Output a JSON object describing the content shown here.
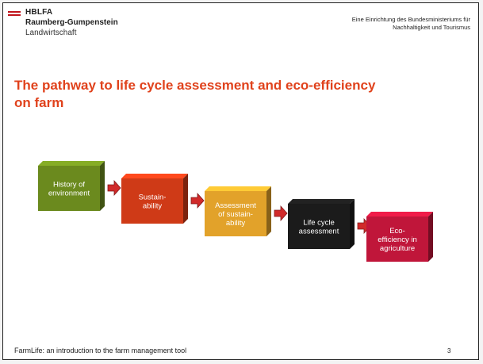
{
  "header": {
    "logo_lines": [
      "HBLFA",
      "Raumberg-Gumpenstein",
      "Landwirtschaft"
    ],
    "ministry_line1": "Eine Einrichtung des Bundesministeriums für",
    "ministry_line2": "Nachhaltigkeit und Tourismus"
  },
  "title": {
    "line1": "The pathway to life cycle assessment and eco-efficiency",
    "line2": "on farm"
  },
  "diagram": {
    "steps": [
      {
        "lines": [
          "History of",
          "environment"
        ],
        "color": "#6b8a1e"
      },
      {
        "lines": [
          "Sustain-",
          "ability"
        ],
        "color": "#cf3a17"
      },
      {
        "lines": [
          "Assessment",
          "of sustain-",
          "ability"
        ],
        "color": "#e2a22a"
      },
      {
        "lines": [
          "Life cycle",
          "assessment"
        ],
        "color": "#1b1b1b"
      },
      {
        "lines": [
          "Eco-",
          "efficiency in",
          "agriculture"
        ],
        "color": "#c0163a"
      }
    ],
    "arrow_color": "#d12a2a"
  },
  "footer": {
    "text": "FarmLife: an introduction to the farm management tool",
    "page": "3"
  }
}
